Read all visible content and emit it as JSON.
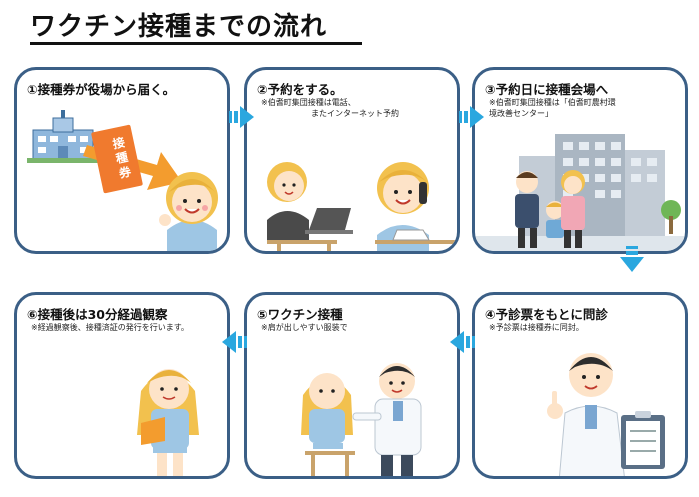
{
  "title": "ワクチン接種までの流れ",
  "steps": [
    {
      "title": "①接種券が役場から届く。",
      "ticket": [
        "接",
        "種",
        "券"
      ]
    },
    {
      "title": "②予約をする。",
      "note1": "※伯耆町集団接種は電話、",
      "note2": "またインターネット予約"
    },
    {
      "title": "③予約日に接種会場へ",
      "note1": "※伯耆町集団接種は「伯耆町農村環",
      "note2": "境改善センター」"
    },
    {
      "title": "④予診票をもとに問診",
      "note1": "※予診票は接種券に同封。"
    },
    {
      "title": "⑤ワクチン接種",
      "note1": "※肩が出しやすい服装で"
    },
    {
      "title": "⑥接種後は30分経過観察",
      "note1": "※経過観察後、接種済証の発行を行います。"
    }
  ],
  "colors": {
    "border": "#3b5f86",
    "arrow": "#2aa7df",
    "ticket": "#f07a2e",
    "hair": "#f2c14e",
    "shirt": "#9ec6e4"
  }
}
